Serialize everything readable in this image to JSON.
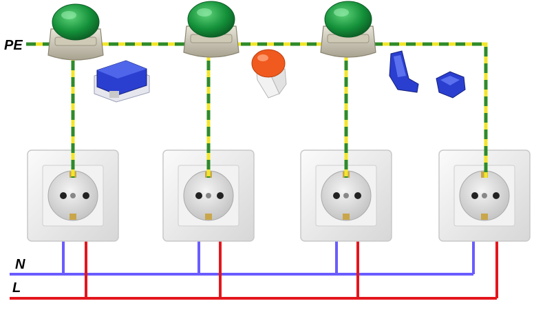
{
  "labels": {
    "pe": "PE",
    "n": "N",
    "l": "L"
  },
  "colors": {
    "pe_yellow": "#f2e62c",
    "pe_green": "#2e8b2a",
    "neutral": "#6a5cff",
    "live": "#e4161d",
    "connector_green": "#1f9e3a",
    "connector_orange": "#f05a1e",
    "connector_blue": "#2a3fd0",
    "socket_frame": "#e9e9e9"
  },
  "sockets": [
    {
      "name": "socket-1"
    },
    {
      "name": "socket-2"
    },
    {
      "name": "socket-3"
    },
    {
      "name": "socket-4"
    }
  ],
  "connectors": [
    {
      "name": "green-wire-nut-connector-1"
    },
    {
      "name": "green-wire-nut-connector-2"
    },
    {
      "name": "green-wire-nut-connector-3"
    },
    {
      "name": "blue-crimp-connector-icon"
    },
    {
      "name": "orange-push-connector-icon"
    },
    {
      "name": "blue-splice-connector-icon"
    }
  ]
}
